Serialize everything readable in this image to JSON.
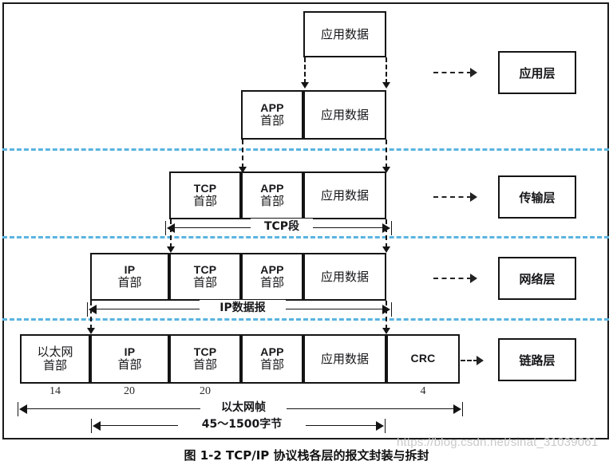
{
  "caption": "图 1-2 TCP/IP 协议栈各层的报文封装与拆封",
  "watermark": "https://blog.csdn.net/sinat_31039061",
  "colors": {
    "divider": "#5ab4e0",
    "box_border": "#141414",
    "text": "#17171a",
    "watermark": "#c9c9c9"
  },
  "layers": [
    {
      "name": "application",
      "label": "应用层"
    },
    {
      "name": "transport",
      "label": "传输层"
    },
    {
      "name": "network",
      "label": "网络层"
    },
    {
      "name": "link",
      "label": "链路层"
    }
  ],
  "rows": [
    {
      "name": "application-data-row",
      "blocks": [
        {
          "name": "app-data",
          "line1": "",
          "line2": "应用数据",
          "script": "han"
        }
      ]
    },
    {
      "name": "application-pdu-row",
      "blocks": [
        {
          "name": "app-header",
          "line1": "APP",
          "line2": "首部",
          "script": "mixed"
        },
        {
          "name": "app-data",
          "line1": "",
          "line2": "应用数据",
          "script": "han"
        }
      ]
    },
    {
      "name": "transport-pdu-row",
      "blocks": [
        {
          "name": "tcp-header",
          "line1": "TCP",
          "line2": "首部",
          "script": "mixed"
        },
        {
          "name": "app-header",
          "line1": "APP",
          "line2": "首部",
          "script": "mixed"
        },
        {
          "name": "app-data",
          "line1": "",
          "line2": "应用数据",
          "script": "han"
        }
      ]
    },
    {
      "name": "network-pdu-row",
      "blocks": [
        {
          "name": "ip-header",
          "line1": "IP",
          "line2": "首部",
          "script": "mixed"
        },
        {
          "name": "tcp-header",
          "line1": "TCP",
          "line2": "首部",
          "script": "mixed"
        },
        {
          "name": "app-header",
          "line1": "APP",
          "line2": "首部",
          "script": "mixed"
        },
        {
          "name": "app-data",
          "line1": "",
          "line2": "应用数据",
          "script": "han"
        }
      ]
    },
    {
      "name": "link-pdu-row",
      "blocks": [
        {
          "name": "ethernet-header",
          "line1": "以太网",
          "line2": "首部",
          "script": "han"
        },
        {
          "name": "ip-header",
          "line1": "IP",
          "line2": "首部",
          "script": "mixed"
        },
        {
          "name": "tcp-header",
          "line1": "TCP",
          "line2": "首部",
          "script": "mixed"
        },
        {
          "name": "app-header",
          "line1": "APP",
          "line2": "首部",
          "script": "mixed"
        },
        {
          "name": "app-data",
          "line1": "",
          "line2": "应用数据",
          "script": "han"
        },
        {
          "name": "crc-trailer",
          "line1": "",
          "line2": "CRC",
          "script": "lat"
        }
      ]
    }
  ],
  "measures": [
    {
      "name": "tcp-segment",
      "label": "TCP段"
    },
    {
      "name": "ip-datagram",
      "label": "IP数据报"
    },
    {
      "name": "ethernet-frame",
      "label": "以太网帧"
    },
    {
      "name": "payload-size",
      "label": "45～1500字节"
    }
  ],
  "byte_sizes": [
    {
      "name": "ethernet-header-bytes",
      "value": "14"
    },
    {
      "name": "ip-header-bytes",
      "value": "20"
    },
    {
      "name": "tcp-header-bytes",
      "value": "20"
    },
    {
      "name": "crc-bytes",
      "value": "4"
    }
  ]
}
